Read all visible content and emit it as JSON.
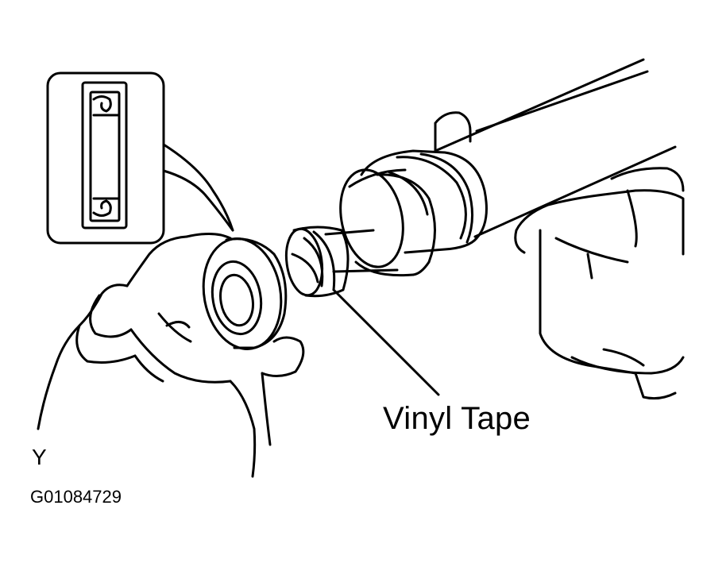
{
  "labels": {
    "callout": "Vinyl Tape",
    "marker": "Y",
    "figure_code": "G01084729"
  },
  "colors": {
    "ink": "#000000",
    "paper": "#ffffff"
  }
}
